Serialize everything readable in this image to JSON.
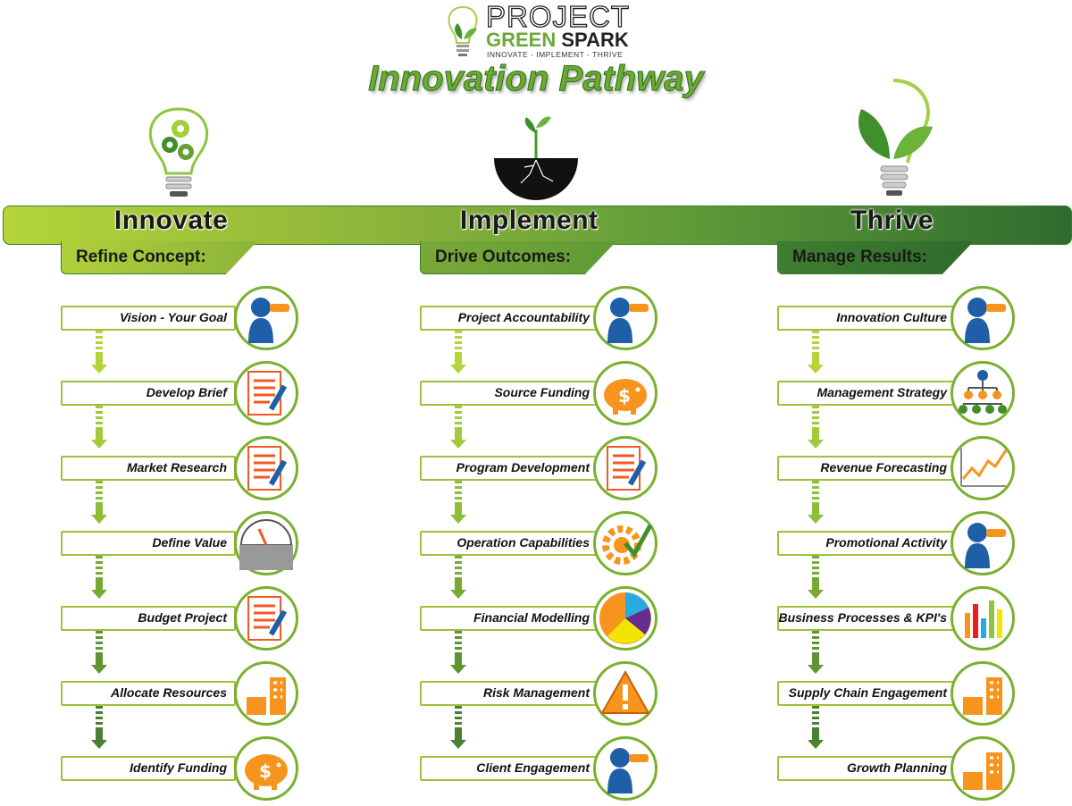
{
  "logo": {
    "line1": "PROJECT",
    "line2a": "GREEN",
    "line2b": "SPARK",
    "tagline": "INNOVATE - IMPLEMENT - THRIVE"
  },
  "title": "Innovation Pathway",
  "colors": {
    "accent": "#6bac2e",
    "dark": "#2f6b2e",
    "light": "#b5d43a",
    "icon_orange": "#f7941d",
    "icon_blue": "#1f5fa8"
  },
  "columns": [
    {
      "phase": "Innovate",
      "subtitle": "Refine Concept:",
      "steps": [
        {
          "label": "Vision - Your Goal",
          "icon": "telescope-person-icon"
        },
        {
          "label": "Develop Brief",
          "icon": "document-pen-icon"
        },
        {
          "label": "Market Research",
          "icon": "pie-segments-icon"
        },
        {
          "label": "Define Value",
          "icon": "gauge-icon"
        },
        {
          "label": "Budget Project",
          "icon": "budget-sheet-icon"
        },
        {
          "label": "Allocate Resources",
          "icon": "dollar-resources-icon"
        },
        {
          "label": "Identify Funding",
          "icon": "piggy-bank-icon"
        }
      ]
    },
    {
      "phase": "Implement",
      "subtitle": "Drive Outcomes:",
      "steps": [
        {
          "label": "Project Accountability",
          "icon": "team-icon"
        },
        {
          "label": "Source Funding",
          "icon": "piggy-coins-icon"
        },
        {
          "label": "Program Development",
          "icon": "documents-icon"
        },
        {
          "label": "Operation Capabilities",
          "icon": "gear-check-icon"
        },
        {
          "label": "Financial Modelling",
          "icon": "pie-chart-icon"
        },
        {
          "label": "Risk Management",
          "icon": "warning-icon"
        },
        {
          "label": "Client Engagement",
          "icon": "handshake-icon"
        }
      ]
    },
    {
      "phase": "Thrive",
      "subtitle": "Manage Results:",
      "steps": [
        {
          "label": "Innovation Culture",
          "icon": "people-ideas-icon"
        },
        {
          "label": "Management Strategy",
          "icon": "org-chart-icon"
        },
        {
          "label": "Revenue Forecasting",
          "icon": "line-chart-icon"
        },
        {
          "label": "Promotional Activity",
          "icon": "megaphone-icon"
        },
        {
          "label": "Business Processes & KPI's",
          "icon": "bar-chart-icon"
        },
        {
          "label": "Supply Chain Engagement",
          "icon": "supply-chain-icon"
        },
        {
          "label": "Growth Planning",
          "icon": "buildings-icon"
        }
      ]
    }
  ]
}
